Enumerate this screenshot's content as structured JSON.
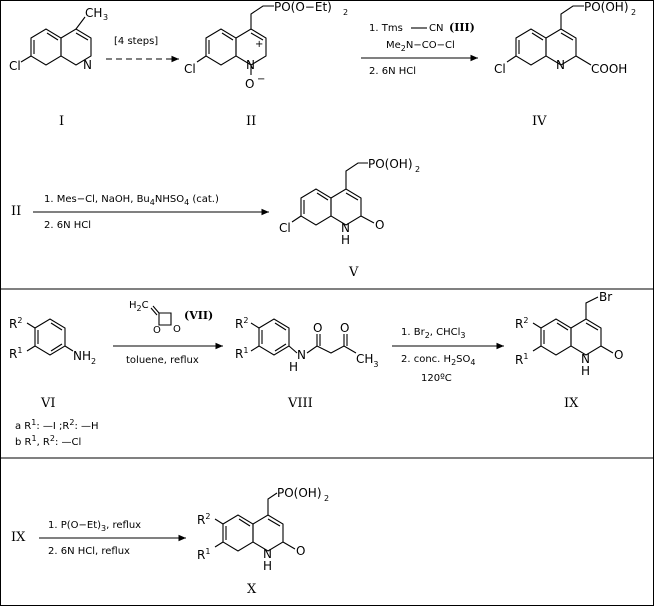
{
  "compounds": {
    "I": "I",
    "II": "II",
    "IV": "IV",
    "V": "V",
    "VI": "VI",
    "VIII": "VIII",
    "IX": "IX",
    "X": "X",
    "III": "III",
    "VII": "VII"
  },
  "atoms": {
    "cl": "Cl",
    "ch3": "CH",
    "three": "3",
    "n": "N",
    "o_minus": "O",
    "minus": "−",
    "plus": "+",
    "nh": "N",
    "h": "H",
    "o": "O",
    "r": "R",
    "one": "1",
    "two": "2",
    "nh2": "NH",
    "nh2_sub": "2",
    "br": "Br",
    "h2c": "H",
    "c_after": "C"
  },
  "groups": {
    "po_et": "PO(O−Et)",
    "po_et_sub": "2",
    "po_oh": "PO(OH)",
    "po_oh_sub": "2",
    "cooh": "COOH"
  },
  "conditions": {
    "r1_top": "[4 steps]",
    "r2_line1_a": "1.  Tms",
    "r2_line1_b": "CN",
    "r2_line2_a": "Me",
    "r2_line2_sub": "2",
    "r2_line2_b": "N−CO−Cl",
    "r2_line3": "2.  6N  HCl",
    "r3_line1_a": "1.  Mes−Cl,  NaOH,  Bu",
    "r3_line1_sub1": "4",
    "r3_line1_b": "NHSO",
    "r3_line1_sub2": "4",
    "r3_line1_c": " (cat.)",
    "r3_line2": "2.  6N  HCl",
    "r4_bottom": "toluene,  reflux",
    "r5_line1_a": "1.  Br",
    "r5_line1_sub": "2",
    "r5_line1_b": ",  CHCl",
    "r5_line1_sub2": "3",
    "r5_line2_a": "2.  conc.  H",
    "r5_line2_sub": "2",
    "r5_line2_b": "SO",
    "r5_line2_sub2": "4",
    "r5_line3": "120ºC",
    "r6_line1_a": "1.  P(O−Et)",
    "r6_line1_sub": "3",
    "r6_line1_b": ",  reflux",
    "r6_line2": "2.  6N  HCl,    reflux"
  },
  "notes": {
    "a_prefix": "a  R",
    "a_sup1": "1",
    "a_mid": ":  —I ;R",
    "a_sup2": "2",
    "a_end": ":  —H",
    "b_prefix": "b  R",
    "b_sup1": "1",
    "b_mid": ",  R",
    "b_sup2": "2",
    "b_end": ":  —Cl"
  },
  "colors": {
    "ink": "#000000",
    "background": "#ffffff"
  }
}
